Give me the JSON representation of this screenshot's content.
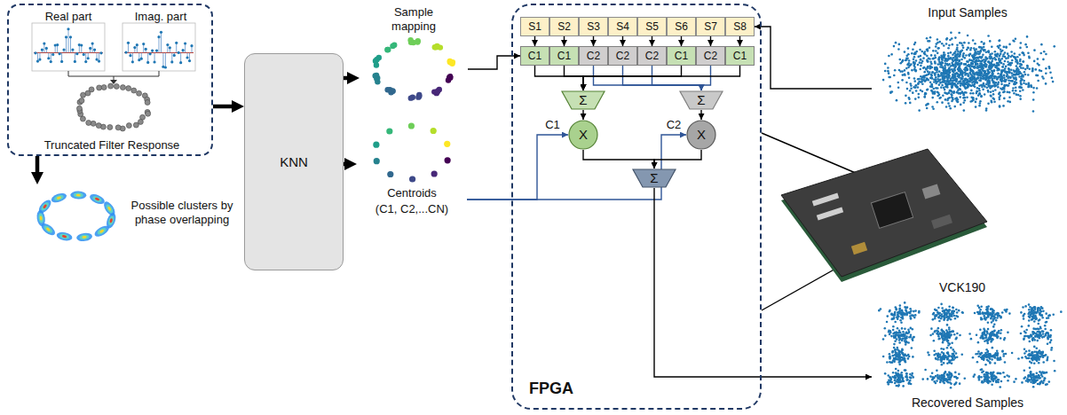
{
  "diagram": {
    "nodes": [
      {
        "text": [
          "Real part",
          "Imag. part",
          "Truncated Filter Response"
        ]
      },
      {
        "text": [
          "Possible clusters by phase overlapping"
        ]
      },
      {
        "text": [
          "KNN"
        ]
      },
      {
        "text": [
          "Sample mapping"
        ]
      },
      {
        "text": [
          "Centroids",
          "(C1, C2,...CN)"
        ]
      },
      {
        "text": [
          "FPGA"
        ]
      },
      {
        "text": [
          "S1"
        ],
        "in": 5
      },
      {
        "text": [
          "S2"
        ],
        "in": 5
      },
      {
        "text": [
          "S3"
        ],
        "in": 5
      },
      {
        "text": [
          "S4"
        ],
        "in": 5
      },
      {
        "text": [
          "S5"
        ],
        "in": 5
      },
      {
        "text": [
          "S6"
        ],
        "in": 5
      },
      {
        "text": [
          "S7"
        ],
        "in": 5
      },
      {
        "text": [
          "S8"
        ],
        "in": 5
      },
      {
        "text": [
          "C1"
        ],
        "in": 5
      },
      {
        "text": [
          "C1"
        ],
        "in": 5
      },
      {
        "text": [
          "C2"
        ],
        "in": 5
      },
      {
        "text": [
          "C2"
        ],
        "in": 5
      },
      {
        "text": [
          "C2"
        ],
        "in": 5
      },
      {
        "text": [
          "C1"
        ],
        "in": 5
      },
      {
        "text": [
          "C2"
        ],
        "in": 5
      },
      {
        "text": [
          "C1"
        ],
        "in": 5
      },
      {
        "text": [
          "Σ"
        ],
        "in": 5
      },
      {
        "text": [
          "Σ"
        ],
        "in": 5
      },
      {
        "text": [
          "X"
        ],
        "in": 5
      },
      {
        "text": [
          "X"
        ],
        "in": 5
      },
      {
        "text": [
          "Σ"
        ],
        "in": 5
      },
      {
        "text": [
          "Input Samples"
        ]
      },
      {
        "text": [
          "Recovered Samples"
        ]
      }
    ],
    "edges": [
      {
        "from": 0,
        "to": 2,
        "arrow": "to"
      },
      {
        "from": 0,
        "to": 1,
        "arrow": "to"
      },
      {
        "from": 2,
        "to": 3,
        "arrow": "to"
      },
      {
        "from": 2,
        "to": 4,
        "arrow": "to"
      },
      {
        "from": 3,
        "to": 14,
        "arrow": "to"
      },
      {
        "from": 27,
        "to": 13,
        "arrow": "to"
      },
      {
        "from": 6,
        "to": 14,
        "arrow": "to"
      },
      {
        "from": 7,
        "to": 15,
        "arrow": "to"
      },
      {
        "from": 8,
        "to": 16,
        "arrow": "to"
      },
      {
        "from": 9,
        "to": 17,
        "arrow": "to"
      },
      {
        "from": 10,
        "to": 18,
        "arrow": "to"
      },
      {
        "from": 11,
        "to": 19,
        "arrow": "to"
      },
      {
        "from": 12,
        "to": 20,
        "arrow": "to"
      },
      {
        "from": 13,
        "to": 21,
        "arrow": "to"
      },
      {
        "from": 14,
        "to": 22,
        "arrow": "to"
      },
      {
        "from": 15,
        "to": 22,
        "arrow": "to"
      },
      {
        "from": 16,
        "to": 23,
        "arrow": "to"
      },
      {
        "from": 17,
        "to": 23,
        "arrow": "to"
      },
      {
        "from": 18,
        "to": 23,
        "arrow": "to"
      },
      {
        "from": 19,
        "to": 22,
        "arrow": "to"
      },
      {
        "from": 20,
        "to": 23,
        "arrow": "to"
      },
      {
        "from": 21,
        "to": 22,
        "arrow": "to"
      },
      {
        "from": 22,
        "to": 24,
        "arrow": "to"
      },
      {
        "from": 23,
        "to": 25,
        "arrow": "to"
      },
      {
        "from": 4,
        "to": 24,
        "label": "C1",
        "arrow": "to"
      },
      {
        "from": 4,
        "to": 25,
        "label": "C2",
        "arrow": "to"
      },
      {
        "from": 24,
        "to": 26,
        "arrow": "to"
      },
      {
        "from": 25,
        "to": 26,
        "arrow": "to"
      },
      {
        "from": 26,
        "to": 28,
        "arrow": "to"
      }
    ],
    "labels": [
      "VCK190"
    ]
  }
}
